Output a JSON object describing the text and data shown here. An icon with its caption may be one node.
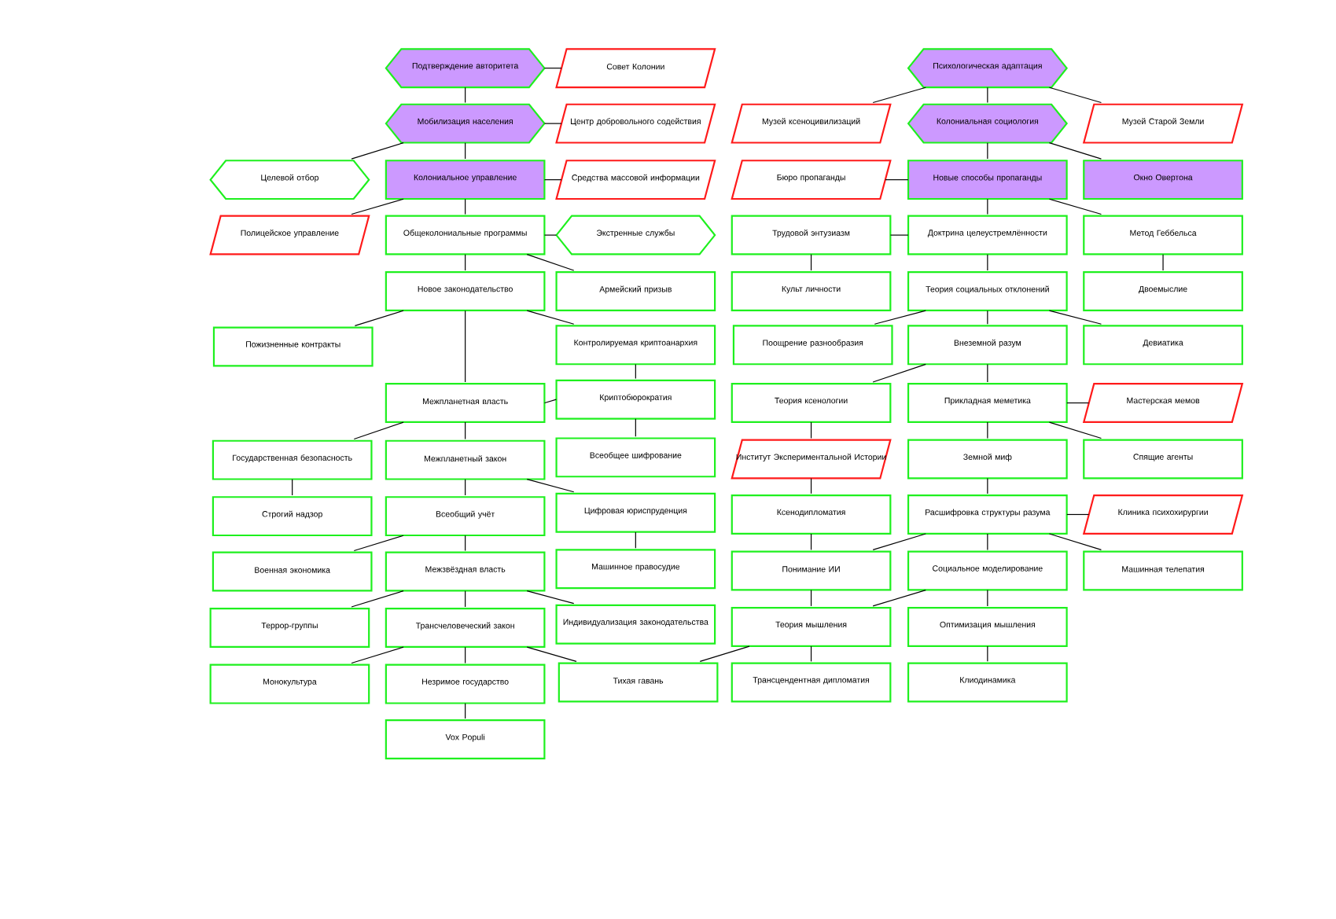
{
  "diagram": {
    "nodes": [
      {
        "text": [
          "Подтверждение авторитета"
        ]
      },
      {
        "text": [
          "Совет Колонии"
        ]
      },
      {
        "text": [
          "Мобилизация населения"
        ]
      },
      {
        "text": [
          "Центр добровольного содействия"
        ]
      },
      {
        "text": [
          "Целевой отбор"
        ]
      },
      {
        "text": [
          "Колониальное управление"
        ]
      },
      {
        "text": [
          "Средства массовой информации"
        ]
      },
      {
        "text": [
          "Полицейское управление"
        ]
      },
      {
        "text": [
          "Общеколониальные программы"
        ]
      },
      {
        "text": [
          "Экстренные службы"
        ]
      },
      {
        "text": [
          "Новое законодательство"
        ]
      },
      {
        "text": [
          "Армейский призыв"
        ]
      },
      {
        "text": [
          "Пожизненные контракты"
        ]
      },
      {
        "text": [
          "Контролируемая криптоанархия"
        ]
      },
      {
        "text": [
          "Межпланетная власть"
        ]
      },
      {
        "text": [
          "Криптобюрократия"
        ]
      },
      {
        "text": [
          "Государственная безопасность"
        ]
      },
      {
        "text": [
          "Межпланетный закон"
        ]
      },
      {
        "text": [
          "Всеобщее шифрование"
        ]
      },
      {
        "text": [
          "Строгий надзор"
        ]
      },
      {
        "text": [
          "Всеобщий учёт"
        ]
      },
      {
        "text": [
          "Цифровая юриспруденция"
        ]
      },
      {
        "text": [
          "Военная экономика"
        ]
      },
      {
        "text": [
          "Межзвёздная власть"
        ]
      },
      {
        "text": [
          "Машинное правосудие"
        ]
      },
      {
        "text": [
          "Террор-группы"
        ]
      },
      {
        "text": [
          "Трансчеловеческий закон"
        ]
      },
      {
        "text": [
          "Индивидуализация законодательства"
        ]
      },
      {
        "text": [
          "Монокультура"
        ]
      },
      {
        "text": [
          "Незримое государство"
        ]
      },
      {
        "text": [
          "Тихая гавань"
        ]
      },
      {
        "text": [
          "Vox Populi"
        ]
      },
      {
        "text": [
          "Психологическая адаптация"
        ]
      },
      {
        "text": [
          "Музей ксеноцивилизаций"
        ]
      },
      {
        "text": [
          "Колониальная социология"
        ]
      },
      {
        "text": [
          "Музей Старой Земли"
        ]
      },
      {
        "text": [
          "Бюро пропаганды"
        ]
      },
      {
        "text": [
          "Новые способы пропаганды"
        ]
      },
      {
        "text": [
          "Окно Овертона"
        ]
      },
      {
        "text": [
          "Трудовой энтузиазм"
        ]
      },
      {
        "text": [
          "Доктрина целеустремлённости"
        ]
      },
      {
        "text": [
          "Метод Геббельса"
        ]
      },
      {
        "text": [
          "Культ личности"
        ]
      },
      {
        "text": [
          "Теория социальных отклонений"
        ]
      },
      {
        "text": [
          "Двоемыслие"
        ]
      },
      {
        "text": [
          "Поощрение разнообразия"
        ]
      },
      {
        "text": [
          "Внеземной разум"
        ]
      },
      {
        "text": [
          "Девиатика"
        ]
      },
      {
        "text": [
          "Теория ксенологии"
        ]
      },
      {
        "text": [
          "Прикладная меметика"
        ]
      },
      {
        "text": [
          "Мастерская мемов"
        ]
      },
      {
        "text": [
          "Институт Экспериментальной Истории"
        ]
      },
      {
        "text": [
          "Земной миф"
        ]
      },
      {
        "text": [
          "Спящие агенты"
        ]
      },
      {
        "text": [
          "Ксенодипломатия"
        ]
      },
      {
        "text": [
          "Расшифровка структуры разума"
        ]
      },
      {
        "text": [
          "Клиника психохирургии"
        ]
      },
      {
        "text": [
          "Понимание ИИ"
        ]
      },
      {
        "text": [
          "Социальное моделирование"
        ]
      },
      {
        "text": [
          "Машинная телепатия"
        ]
      },
      {
        "text": [
          "Теория мышления"
        ]
      },
      {
        "text": [
          "Оптимизация мышления"
        ]
      },
      {
        "text": [
          "Трансцендентная дипломатия"
        ]
      },
      {
        "text": [
          "Клиодинамика"
        ]
      }
    ],
    "edges": [
      {
        "from": 0,
        "to": 1,
        "arrow": "none"
      },
      {
        "from": 0,
        "to": 2,
        "arrow": "none"
      },
      {
        "from": 2,
        "to": 3,
        "arrow": "none"
      },
      {
        "from": 2,
        "to": 4,
        "arrow": "none"
      },
      {
        "from": 2,
        "to": 5,
        "arrow": "none"
      },
      {
        "from": 5,
        "to": 6,
        "arrow": "none"
      },
      {
        "from": 5,
        "to": 7,
        "arrow": "none"
      },
      {
        "from": 5,
        "to": 8,
        "arrow": "none"
      },
      {
        "from": 8,
        "to": 9,
        "arrow": "none"
      },
      {
        "from": 8,
        "to": 10,
        "arrow": "none"
      },
      {
        "from": 8,
        "to": 11,
        "arrow": "none"
      },
      {
        "from": 10,
        "to": 12,
        "arrow": "none"
      },
      {
        "from": 10,
        "to": 13,
        "arrow": "none"
      },
      {
        "from": 10,
        "to": 14,
        "arrow": "none"
      },
      {
        "from": 13,
        "to": 15,
        "arrow": "none"
      },
      {
        "from": 14,
        "to": 15,
        "arrow": "none"
      },
      {
        "from": 14,
        "to": 16,
        "arrow": "none"
      },
      {
        "from": 14,
        "to": 17,
        "arrow": "none"
      },
      {
        "from": 15,
        "to": 18,
        "arrow": "none"
      },
      {
        "from": 16,
        "to": 19,
        "arrow": "none"
      },
      {
        "from": 17,
        "to": 20,
        "arrow": "none"
      },
      {
        "from": 17,
        "to": 21,
        "arrow": "none"
      },
      {
        "from": 21,
        "to": 24,
        "arrow": "none"
      },
      {
        "from": 20,
        "to": 22,
        "arrow": "none"
      },
      {
        "from": 20,
        "to": 23,
        "arrow": "none"
      },
      {
        "from": 23,
        "to": 25,
        "arrow": "none"
      },
      {
        "from": 23,
        "to": 26,
        "arrow": "none"
      },
      {
        "from": 23,
        "to": 27,
        "arrow": "none"
      },
      {
        "from": 26,
        "to": 28,
        "arrow": "none"
      },
      {
        "from": 26,
        "to": 29,
        "arrow": "none"
      },
      {
        "from": 26,
        "to": 30,
        "arrow": "none"
      },
      {
        "from": 29,
        "to": 31,
        "arrow": "none"
      },
      {
        "from": 60,
        "to": 30,
        "arrow": "none"
      },
      {
        "from": 32,
        "to": 33,
        "arrow": "none"
      },
      {
        "from": 32,
        "to": 34,
        "arrow": "none"
      },
      {
        "from": 32,
        "to": 35,
        "arrow": "none"
      },
      {
        "from": 34,
        "to": 37,
        "arrow": "none"
      },
      {
        "from": 34,
        "to": 38,
        "arrow": "none"
      },
      {
        "from": 37,
        "to": 36,
        "arrow": "none"
      },
      {
        "from": 37,
        "to": 40,
        "arrow": "none"
      },
      {
        "from": 37,
        "to": 41,
        "arrow": "none"
      },
      {
        "from": 40,
        "to": 39,
        "arrow": "none"
      },
      {
        "from": 39,
        "to": 42,
        "arrow": "none"
      },
      {
        "from": 41,
        "to": 44,
        "arrow": "none"
      },
      {
        "from": 40,
        "to": 43,
        "arrow": "none"
      },
      {
        "from": 43,
        "to": 45,
        "arrow": "none"
      },
      {
        "from": 43,
        "to": 46,
        "arrow": "none"
      },
      {
        "from": 43,
        "to": 47,
        "arrow": "none"
      },
      {
        "from": 46,
        "to": 48,
        "arrow": "none"
      },
      {
        "from": 46,
        "to": 49,
        "arrow": "none"
      },
      {
        "from": 49,
        "to": 50,
        "arrow": "none"
      },
      {
        "from": 49,
        "to": 52,
        "arrow": "none"
      },
      {
        "from": 49,
        "to": 53,
        "arrow": "none"
      },
      {
        "from": 48,
        "to": 51,
        "arrow": "none"
      },
      {
        "from": 51,
        "to": 54,
        "arrow": "none"
      },
      {
        "from": 52,
        "to": 55,
        "arrow": "none"
      },
      {
        "from": 55,
        "to": 56,
        "arrow": "none"
      },
      {
        "from": 55,
        "to": 57,
        "arrow": "none"
      },
      {
        "from": 55,
        "to": 58,
        "arrow": "none"
      },
      {
        "from": 55,
        "to": 59,
        "arrow": "none"
      },
      {
        "from": 54,
        "to": 57,
        "arrow": "none"
      },
      {
        "from": 57,
        "to": 60,
        "arrow": "none"
      },
      {
        "from": 58,
        "to": 60,
        "arrow": "none"
      },
      {
        "from": 58,
        "to": 61,
        "arrow": "none"
      },
      {
        "from": 60,
        "to": 62,
        "arrow": "none"
      },
      {
        "from": 61,
        "to": 63,
        "arrow": "none"
      }
    ]
  }
}
